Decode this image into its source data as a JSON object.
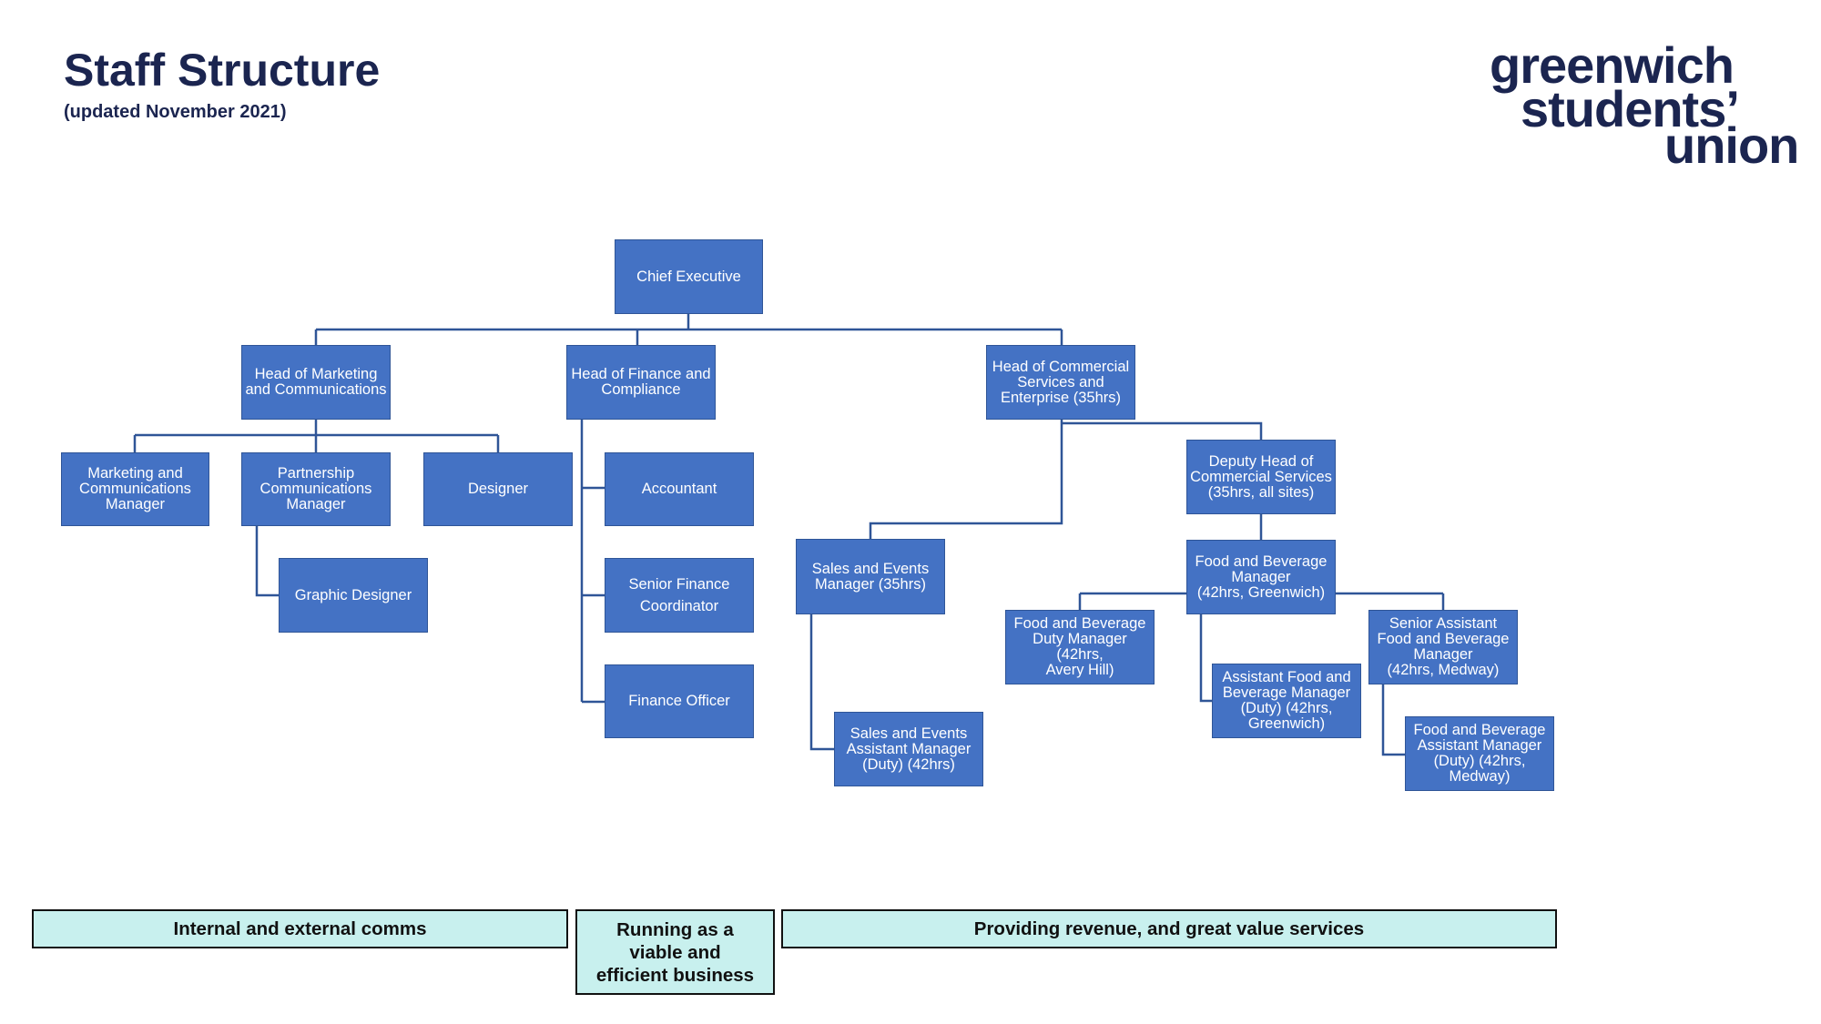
{
  "header": {
    "title": "Staff Structure",
    "subtitle": "(updated November 2021)"
  },
  "logo": {
    "line1": "greenwich",
    "line2": "students’",
    "line3": "union"
  },
  "colors": {
    "box_fill": "#4472c4",
    "connector": "#2f5597",
    "band_fill": "#c8f0ee",
    "title": "#1b2550"
  },
  "org": {
    "chief_executive": "Chief Executive",
    "head_marketing": "Head of Marketing\nand Communications",
    "head_finance": "Head of Finance and\nCompliance",
    "head_commercial": "Head of Commercial\nServices and\nEnterprise (35hrs)",
    "marketing_comms_manager": "Marketing and\nCommunications\nManager",
    "partnership_comms_manager": "Partnership\nCommunications\nManager",
    "designer": "Designer",
    "graphic_designer": "Graphic Designer",
    "accountant": "Accountant",
    "senior_finance_coordinator": "Senior Finance\nCoordinator",
    "finance_officer": "Finance Officer",
    "deputy_head_commercial": "Deputy Head of\nCommercial Services\n(35hrs, all sites)",
    "sales_events_manager": "Sales and Events\nManager (35hrs)",
    "sales_events_assistant": "Sales and Events\nAssistant Manager\n(Duty) (42hrs)",
    "fb_manager": "Food and Beverage\nManager\n(42hrs, Greenwich)",
    "fb_duty_manager": "Food and Beverage\nDuty Manager (42hrs,\nAvery Hill)",
    "assistant_fb_manager": "Assistant Food and\nBeverage Manager\n(Duty) (42hrs,\nGreenwich)",
    "senior_assistant_fb_manager": "Senior Assistant\nFood and Beverage\nManager\n(42hrs, Medway)",
    "fb_assistant_medway": "Food and Beverage\nAssistant Manager\n(Duty) (42hrs,\nMedway)"
  },
  "bands": {
    "comms": "Internal and external comms",
    "business": "Running as a\nviable and\nefficient business",
    "revenue": "Providing revenue, and great value services"
  }
}
